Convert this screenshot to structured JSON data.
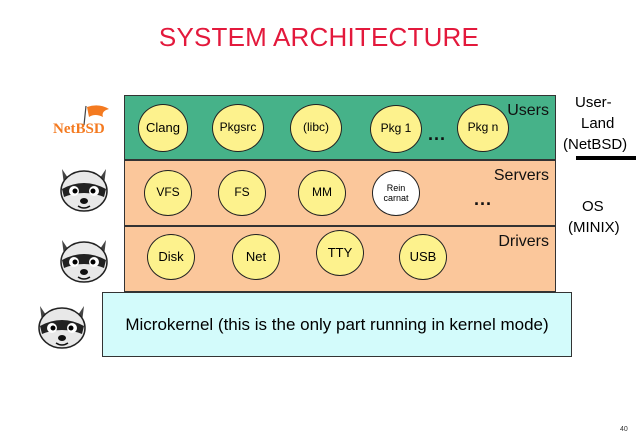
{
  "title": "SYSTEM ARCHITECTURE",
  "logo_text": "NetBSD",
  "layers": {
    "users": {
      "label": "Users",
      "items": [
        "Clang",
        "Pkgsrc",
        "(libc)",
        "Pkg 1",
        "Pkg n"
      ],
      "ellipsis": "..."
    },
    "servers": {
      "label": "Servers",
      "items": [
        "VFS",
        "FS",
        "MM",
        "Rein\ncarnat"
      ],
      "ellipsis": "..."
    },
    "drivers": {
      "label": "Drivers",
      "items": [
        "Disk",
        "Net",
        "TTY",
        "USB"
      ]
    },
    "kernel": {
      "label": "Microkernel (this is the only part running in kernel mode)"
    }
  },
  "side_labels": {
    "userland": [
      "User-",
      "Land",
      "(NetBSD)"
    ],
    "os": [
      "OS",
      "(MINIX)"
    ]
  },
  "page_number": "40",
  "colors": {
    "title": "#e3193c",
    "users_layer": "#46b289",
    "servers_drivers_layer": "#fbc79b",
    "kernel_layer": "#d3fbfb",
    "process_circle": "#fdf28d"
  }
}
